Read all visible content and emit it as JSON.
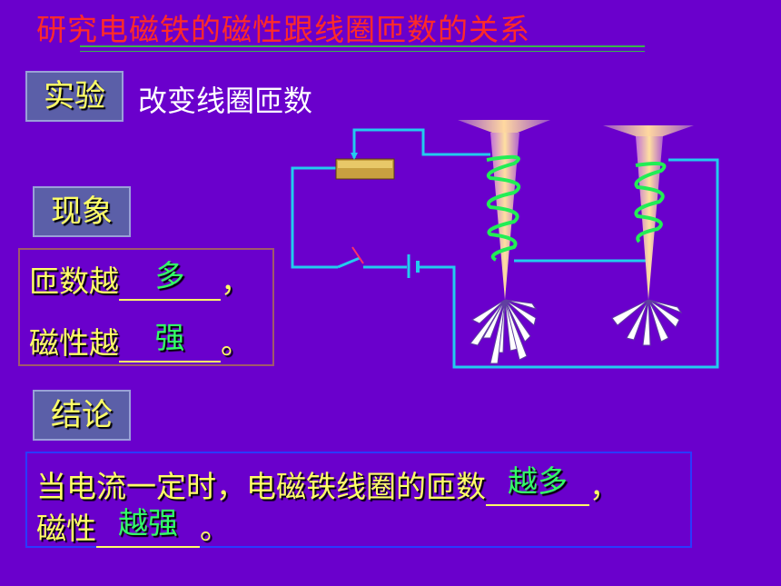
{
  "title": "研究电磁铁的磁性跟线圈匝数的关系",
  "experiment": {
    "tag": "实验",
    "text": "改变线圈匝数"
  },
  "phenomenon": {
    "tag": "现象",
    "line1": {
      "prefix": "匝数越",
      "answer": "多",
      "suffix": "，"
    },
    "line2": {
      "prefix": "磁性越",
      "answer": "强",
      "suffix": "。"
    }
  },
  "conclusion": {
    "tag": "结论",
    "line1": {
      "prefix": "当电流一定时，电磁铁线圈的匝数",
      "answer": "越多",
      "suffix": "，"
    },
    "line2": {
      "prefix": "磁性",
      "answer": "越强",
      "suffix": "。"
    }
  },
  "colors": {
    "background": "#6a00cc",
    "title": "#ff2a2a",
    "text": "#ffff66",
    "answer": "#33ff66",
    "wire": "#22ccee",
    "coil": "#22ee55"
  }
}
